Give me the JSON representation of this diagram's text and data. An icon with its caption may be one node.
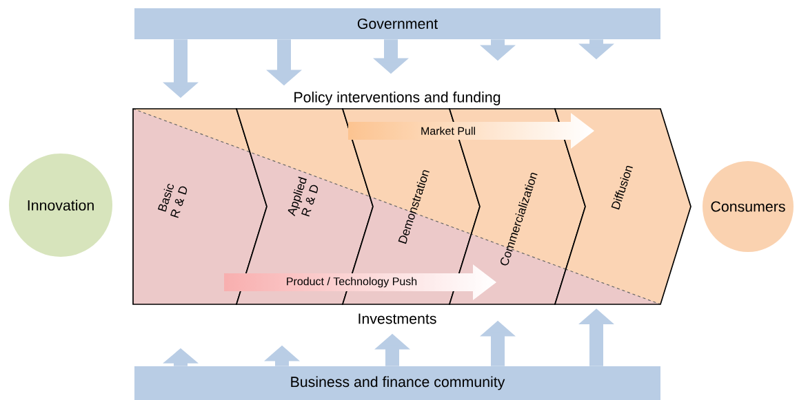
{
  "diagram": {
    "nodes": [
      {
        "text": [
          "Government"
        ]
      },
      {
        "text": [
          "Basic R & D"
        ]
      },
      {
        "text": [
          "Applied R & D"
        ]
      },
      {
        "text": [
          "Demonstration"
        ]
      },
      {
        "text": [
          "Commercialization"
        ]
      },
      {
        "text": [
          "Diffusion"
        ]
      },
      {
        "text": [
          "Innovation"
        ]
      },
      {
        "text": [
          "Consumers"
        ]
      },
      {
        "text": [
          "Business and finance community"
        ]
      }
    ],
    "edges": [
      {
        "from": 0,
        "to": null,
        "arrow": "to"
      },
      {
        "from": 0,
        "to": null,
        "arrow": "to"
      },
      {
        "from": 0,
        "to": null,
        "arrow": "to"
      },
      {
        "from": 0,
        "to": null,
        "arrow": "to"
      },
      {
        "from": 0,
        "to": null,
        "arrow": "to"
      },
      {
        "from": 8,
        "to": null,
        "arrow": "to"
      },
      {
        "from": 8,
        "to": null,
        "arrow": "to"
      },
      {
        "from": 8,
        "to": null,
        "arrow": "to"
      },
      {
        "from": 8,
        "to": null,
        "arrow": "to"
      },
      {
        "from": 8,
        "to": 5,
        "arrow": "to"
      }
    ],
    "labels": [
      "Policy interventions and funding",
      "Market Pull",
      "Product / Technology Push",
      "Investments"
    ]
  }
}
